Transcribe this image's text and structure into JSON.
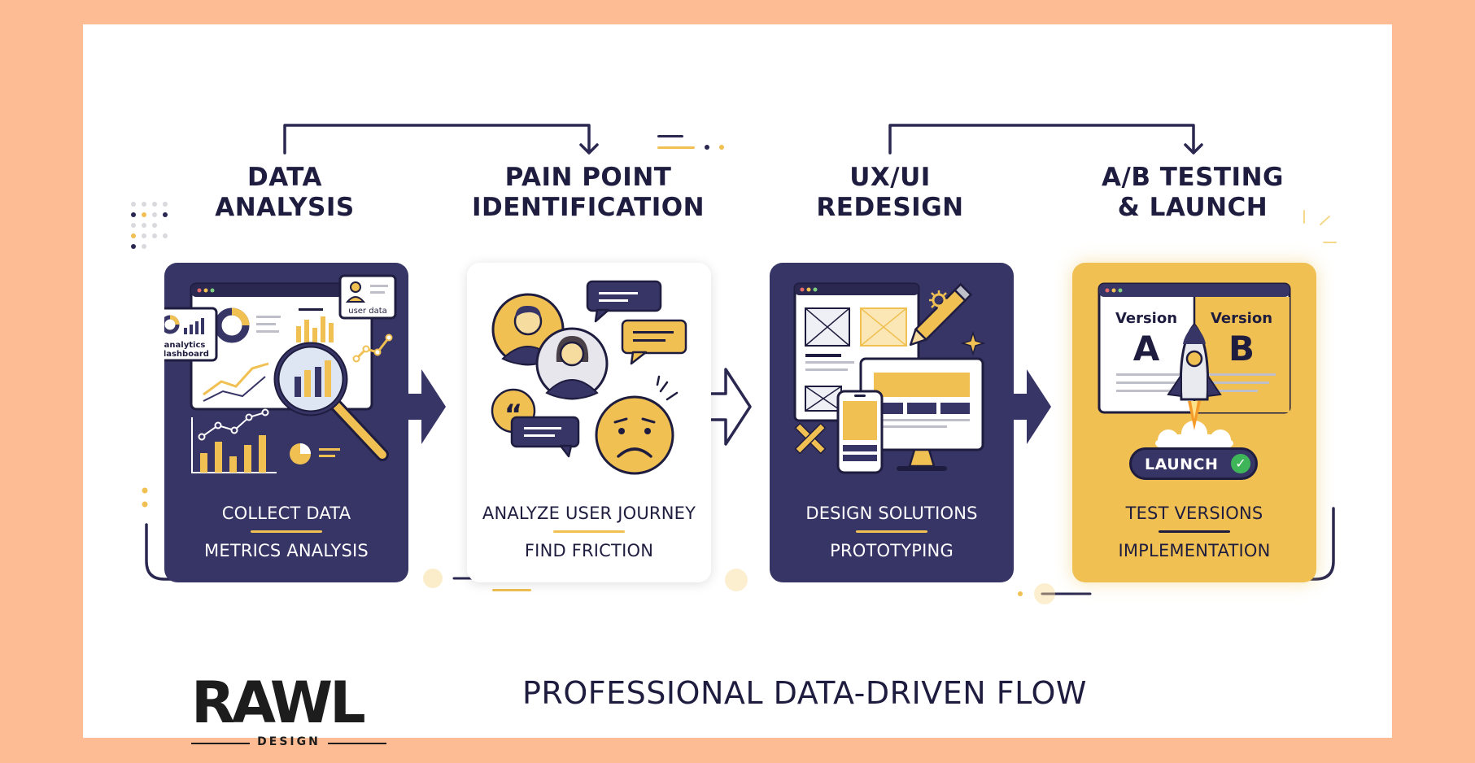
{
  "stages": [
    {
      "title_line1": "DATA",
      "title_line2": "ANALYSIS",
      "step1": "COLLECT DATA",
      "step2": "METRICS ANALYSIS",
      "labels": {
        "user_data": "user data",
        "analytics_line1": "analytics",
        "analytics_line2": "dashboard"
      }
    },
    {
      "title_line1": "PAIN POINT",
      "title_line2": "IDENTIFICATION",
      "step1": "ANALYZE USER JOURNEY",
      "step2": "FIND FRICTION"
    },
    {
      "title_line1": "UX/UI",
      "title_line2": "REDESIGN",
      "step1": "DESIGN SOLUTIONS",
      "step2": "PROTOTYPING"
    },
    {
      "title_line1": "A/B TESTING",
      "title_line2": "& LAUNCH",
      "step1": "TEST VERSIONS",
      "step2": "IMPLEMENTATION",
      "version_a_label": "Version",
      "version_a_letter": "A",
      "version_b_label": "Version",
      "version_b_letter": "B",
      "launch_label": "LAUNCH"
    }
  ],
  "footer_title": "PROFESSIONAL DATA-DRIVEN FLOW",
  "brand": {
    "wordmark": "RAWL",
    "sub": "DESIGN"
  },
  "colors": {
    "navy": "#373466",
    "ink": "#1f1d3f",
    "gold": "#f0c052",
    "frame": "#fdbc93",
    "check": "#3fb55a"
  },
  "icons": [
    "magnifier-icon",
    "line-chart-icon",
    "bar-chart-icon",
    "donut-chart-icon",
    "user-avatar-icon",
    "chat-bubble-icon",
    "quote-icon",
    "sad-face-icon",
    "wireframe-icon",
    "pencil-icon",
    "gear-icon",
    "monitor-icon",
    "phone-icon",
    "rocket-icon",
    "checkmark-icon",
    "arrow-right-icon"
  ]
}
